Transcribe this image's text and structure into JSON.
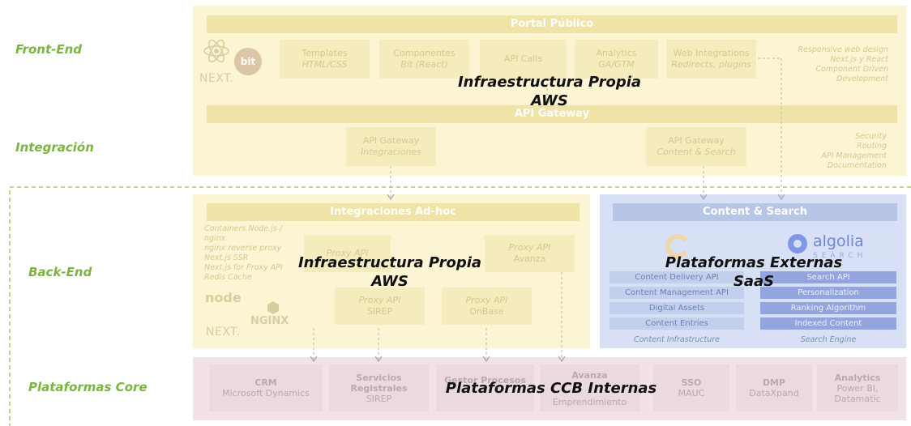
{
  "layers": {
    "frontend": "Front-End",
    "integration": "Integración",
    "backend": "Back-End",
    "core": "Plataformas Core"
  },
  "frontend": {
    "bar": "Portal Público",
    "logos": {
      "bit": "bit",
      "next": "NEXT."
    },
    "boxes": [
      {
        "line1": "Templates",
        "line2": "HTML/CSS"
      },
      {
        "line1": "Componentes",
        "line2": "Bit (React)"
      },
      {
        "line1": "API Calls",
        "line2": ""
      },
      {
        "line1": "Analytics",
        "line2": "GA/GTM"
      },
      {
        "line1": "Web Integrations",
        "line2": "Redirects, plugins"
      }
    ],
    "notes": [
      "Responsive web design",
      "Next.js y React",
      "Component Driven",
      "Development"
    ]
  },
  "integration": {
    "bar": "API Gateway",
    "boxes": [
      {
        "line1": "API Gateway",
        "line2": "Integraciones"
      },
      {
        "line1": "API Gateway",
        "line2": "Content & Search"
      }
    ],
    "notes": [
      "Security",
      "Routing",
      "API Management",
      "Documentation"
    ]
  },
  "adhoc": {
    "bar": "Integraciones Ad-hoc",
    "notes": [
      "Containers Node.js / nginx",
      "nginx reverse proxy",
      "Next.js SSR",
      "Next.js for Proxy API",
      "Redis Cache"
    ],
    "boxes": [
      {
        "line1": "Proxy API",
        "line2": ""
      },
      {
        "line1": "Proxy API",
        "line2": "Avanza"
      },
      {
        "line1": "Proxy API",
        "line2": "SIREP"
      },
      {
        "line1": "Proxy API",
        "line2": "OnBase"
      }
    ],
    "logos": {
      "node": "node",
      "nginx": "NGINX",
      "next": "NEXT."
    }
  },
  "content_search": {
    "bar": "Content & Search",
    "algolia": {
      "name": "algolia",
      "sub": "SEARCH"
    },
    "left_rows": [
      "Content Delivery API",
      "Content Management API",
      "Digital Assets",
      "Content Entries"
    ],
    "right_rows": [
      "Search API",
      "Personalization",
      "Ranking Algorithm",
      "Indexed Content"
    ],
    "left_caption": "Content Infrastructure",
    "right_caption": "Search Engine"
  },
  "core": {
    "boxes": [
      {
        "line1": "CRM",
        "line2": "Microsoft Dynamics",
        "line3": ""
      },
      {
        "line1": "Servicios",
        "line2": "Registrales",
        "line3": "SIREP"
      },
      {
        "line1": "Gestor Procesos",
        "line2": "",
        "line3": ""
      },
      {
        "line1": "Avanza",
        "line2": "",
        "line3": "Emprendimiento"
      },
      {
        "line1": "SSO",
        "line2": "MAUC",
        "line3": ""
      },
      {
        "line1": "DMP",
        "line2": "DataXpand",
        "line3": ""
      },
      {
        "line1": "Analytics",
        "line2": "Power BI,",
        "line3": "Datamatic"
      }
    ]
  },
  "overlays": {
    "infra_top": {
      "line1": "Infraestructura Propia",
      "line2": "AWS"
    },
    "infra_mid": {
      "line1": "Infraestructura Propia",
      "line2": "AWS"
    },
    "externas": {
      "line1": "Plataformas Externas",
      "line2": "SaaS"
    },
    "internas": "Plataformas CCB Internas"
  },
  "colors": {
    "layer_label": "#7cb342",
    "dashed_line": "#8bc34a",
    "yellow_panel": "#fbf5d3",
    "blue_panel": "#d7e0f4",
    "pink_panel": "#f2e2e7"
  }
}
